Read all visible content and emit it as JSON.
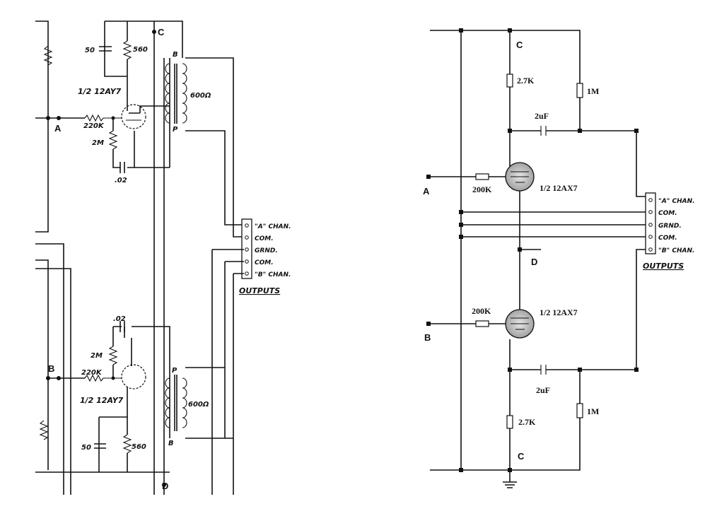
{
  "left": {
    "node_a": "A",
    "node_b": "B",
    "node_c": "C",
    "node_d": "D",
    "tube_top": "1/2 12AY7",
    "tube_bottom": "1/2 12AY7",
    "r_cathode_top": "560",
    "r_cathode_bottom": "560",
    "cap_cathode_top": "50",
    "cap_cathode_bottom": "50",
    "r_grid_top": "220K",
    "r_grid_bottom": "220K",
    "r_fb_top": "2M",
    "r_fb_bottom": "2M",
    "cap_fb_top": ".02",
    "cap_fb_bottom": ".02",
    "xfmr_top": "600Ω",
    "xfmr_bottom": "600Ω",
    "xfmr_top_b": "B",
    "xfmr_top_p": "P",
    "xfmr_bottom_p": "P",
    "xfmr_bottom_b": "B",
    "outputs": [
      "\"A\" CHAN.",
      "COM.",
      "GRND.",
      "COM.",
      "\"B\" CHAN."
    ],
    "outputs_title": "OUTPUTS"
  },
  "right": {
    "node_a": "A",
    "node_b": "B",
    "node_c_top": "C",
    "node_c_bottom": "C",
    "node_d": "D",
    "r_plate_top": "2.7K",
    "r_plate_bottom": "2.7K",
    "r_load_top": "1M",
    "r_load_bottom": "1M",
    "cap_top": "2uF",
    "cap_bottom": "2uF",
    "r_grid_top": "200K",
    "r_grid_bottom": "200K",
    "tube_top": "1/2 12AX7",
    "tube_bottom": "1/2 12AX7",
    "outputs": [
      "\"A\" CHAN.",
      "COM.",
      "GRND.",
      "COM.",
      "\"B\" CHAN."
    ],
    "outputs_title": "OUTPUTS"
  }
}
